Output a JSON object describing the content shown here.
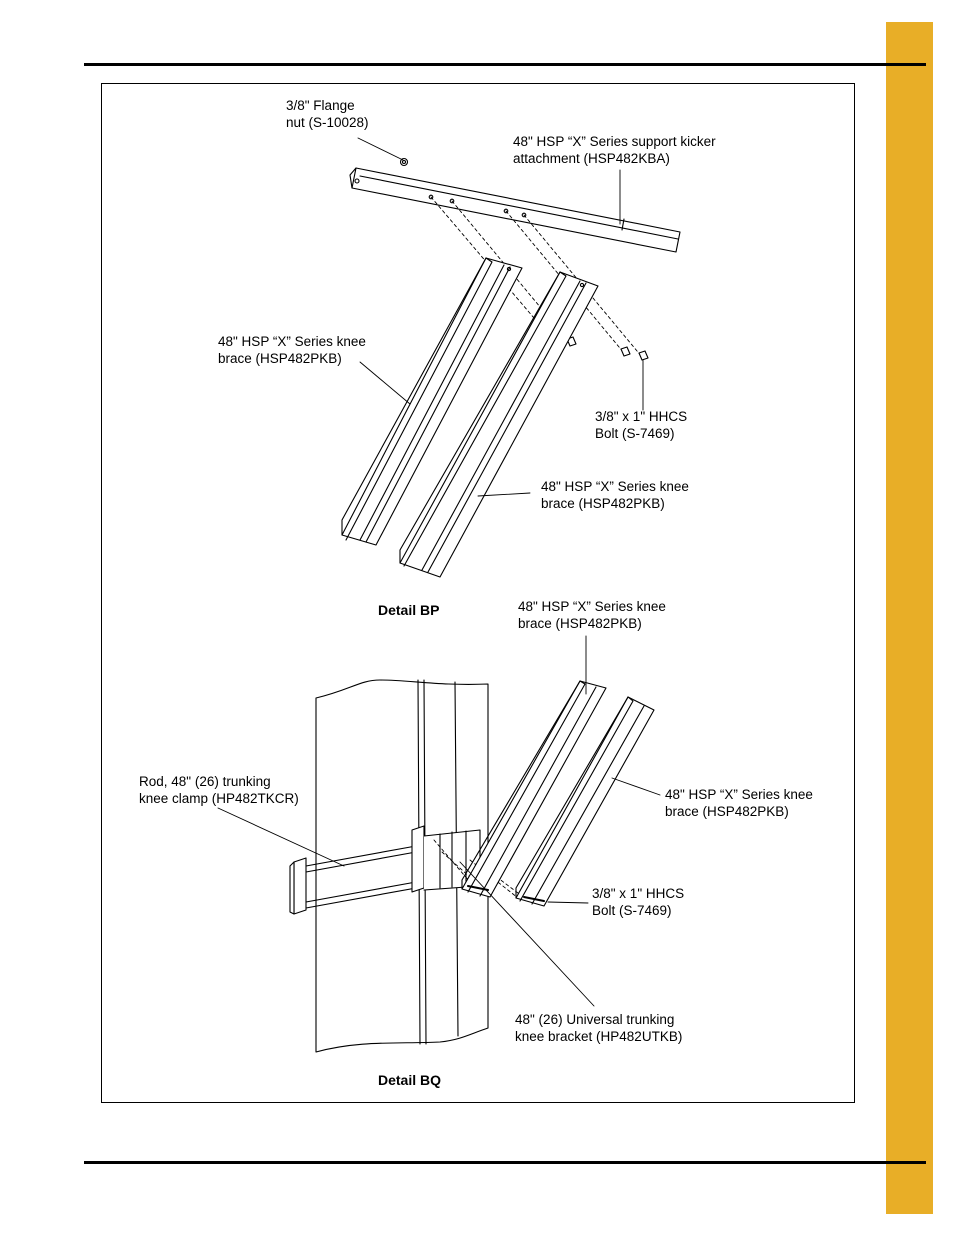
{
  "colors": {
    "side_tab": "#E8AE27",
    "line": "#000000"
  },
  "detail_bp": {
    "caption": "Detail BP",
    "labels": {
      "flange_nut_1": "3/8\" Flange",
      "flange_nut_2": "nut (S-10028)",
      "kicker_1": "48\" HSP “X” Series support kicker",
      "kicker_2": "attachment (HSP482KBA)",
      "knee_left_1": "48\" HSP “X” Series knee",
      "knee_left_2": "brace (HSP482PKB)",
      "bolt_1": "3/8\" x 1\" HHCS",
      "bolt_2": "Bolt (S-7469)",
      "knee_right_1": "48\" HSP “X” Series knee",
      "knee_right_2": "brace (HSP482PKB)"
    }
  },
  "detail_bq": {
    "caption": "Detail BQ",
    "labels": {
      "knee_top_1": "48\" HSP “X” Series knee",
      "knee_top_2": "brace (HSP482PKB)",
      "rod_1": "Rod, 48\" (26) trunking",
      "rod_2": "knee clamp (HP482TKCR)",
      "knee_right_1": "48\" HSP “X” Series knee",
      "knee_right_2": "brace (HSP482PKB)",
      "bolt_1": "3/8\" x 1\" HHCS",
      "bolt_2": "Bolt (S-7469)",
      "bracket_1": "48\" (26) Universal trunking",
      "bracket_2": "knee bracket (HP482UTKB)"
    }
  }
}
